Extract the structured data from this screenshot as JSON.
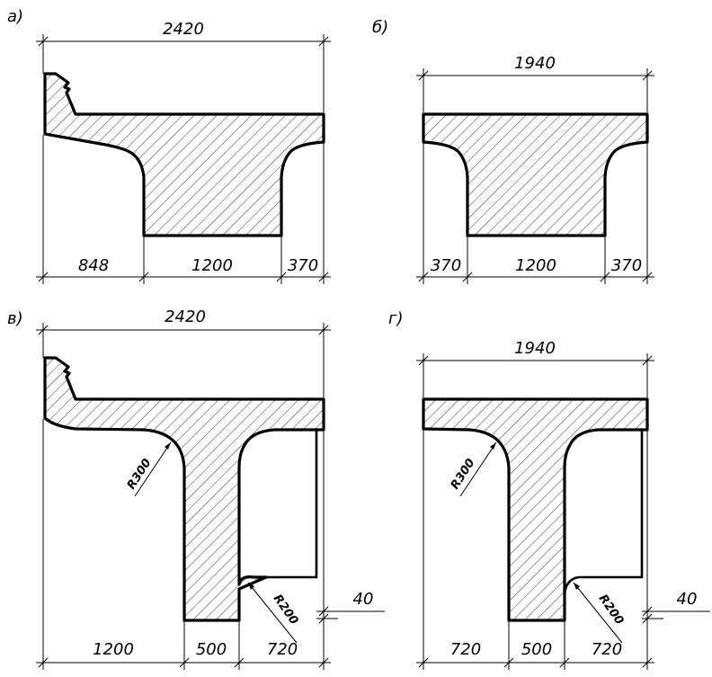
{
  "panels": [
    {
      "label": "а)",
      "top": "2420",
      "bottom": [
        "848",
        "1200",
        "370"
      ]
    },
    {
      "label": "б)",
      "top": "1940",
      "bottom": [
        "370",
        "1200",
        "370"
      ]
    },
    {
      "label": "в)",
      "top": "2420",
      "bottom": [
        "1200",
        "500",
        "720"
      ],
      "radius_flange": "R300",
      "radius_rib": "R200",
      "side_dim": "40"
    },
    {
      "label": "г)",
      "top": "1940",
      "bottom": [
        "720",
        "500",
        "720"
      ],
      "radius_flange": "R300",
      "radius_rib": "R200",
      "side_dim": "40"
    }
  ]
}
